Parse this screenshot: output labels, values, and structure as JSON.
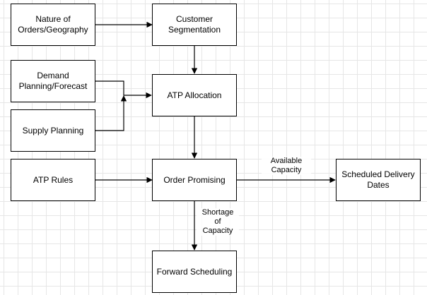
{
  "nodes": {
    "nature_of_orders": "Nature of\nOrders/Geography",
    "customer_segmentation": "Customer\nSegmentation",
    "demand_planning": "Demand\nPlanning/Forecast",
    "atp_allocation": "ATP Allocation",
    "supply_planning": "Supply Planning",
    "atp_rules": "ATP Rules",
    "order_promising": "Order Promising",
    "scheduled_delivery": "Scheduled Delivery\nDates",
    "forward_scheduling": "Forward Scheduling"
  },
  "edge_labels": {
    "available_capacity": "Available\nCapacity",
    "shortage_of_capacity": "Shortage\nof\nCapacity"
  }
}
